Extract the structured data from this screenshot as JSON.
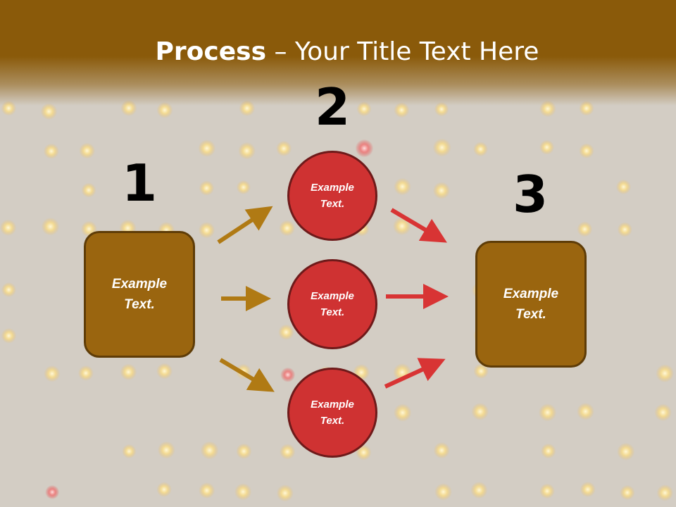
{
  "title": {
    "bold": "Process",
    "rest": " – Your Title Text Here"
  },
  "steps": [
    {
      "number": "1",
      "text": "Example\nText."
    },
    {
      "number": "2",
      "text": "Example\nText."
    },
    {
      "number": "3",
      "text": "Example\nText."
    }
  ],
  "circles": [
    {
      "text": "Example\nText."
    },
    {
      "text": "Example\nText."
    },
    {
      "text": "Example\nText."
    }
  ],
  "colors": {
    "header": "#8a5a0a",
    "box_fill": "#9a650f",
    "circle_fill": "#cf3232",
    "arrow_gold": "#b07a14",
    "arrow_red": "#d83434"
  }
}
